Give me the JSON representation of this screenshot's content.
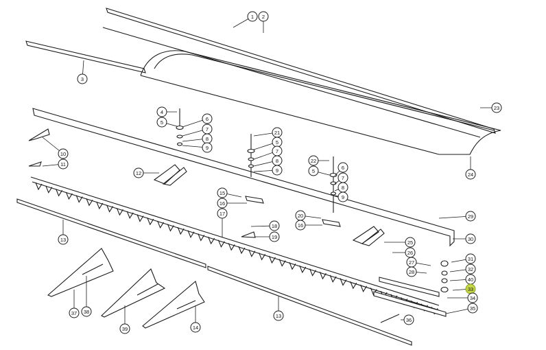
{
  "diagram": {
    "highlight_color": "#c6d84a",
    "callouts": [
      {
        "label": "1"
      },
      {
        "label": "2"
      },
      {
        "label": "3"
      },
      {
        "label": "4"
      },
      {
        "label": "5"
      },
      {
        "label": "6"
      },
      {
        "label": "7"
      },
      {
        "label": "8"
      },
      {
        "label": "9"
      },
      {
        "label": "10"
      },
      {
        "label": "11"
      },
      {
        "label": "12"
      },
      {
        "label": "13"
      },
      {
        "label": "15"
      },
      {
        "label": "16"
      },
      {
        "label": "17"
      },
      {
        "label": "21"
      },
      {
        "label": "5"
      },
      {
        "label": "7"
      },
      {
        "label": "8"
      },
      {
        "label": "9"
      },
      {
        "label": "22"
      },
      {
        "label": "5"
      },
      {
        "label": "6"
      },
      {
        "label": "7"
      },
      {
        "label": "8"
      },
      {
        "label": "9"
      },
      {
        "label": "23"
      },
      {
        "label": "24"
      },
      {
        "label": "20"
      },
      {
        "label": "16"
      },
      {
        "label": "18"
      },
      {
        "label": "19"
      },
      {
        "label": "29"
      },
      {
        "label": "30"
      },
      {
        "label": "25"
      },
      {
        "label": "26"
      },
      {
        "label": "27"
      },
      {
        "label": "28"
      },
      {
        "label": "31"
      },
      {
        "label": "32"
      },
      {
        "label": "40"
      },
      {
        "label": "33",
        "highlighted": true
      },
      {
        "label": "34"
      },
      {
        "label": "35"
      },
      {
        "label": "36"
      },
      {
        "label": "13"
      },
      {
        "label": "37"
      },
      {
        "label": "38"
      },
      {
        "label": "39"
      },
      {
        "label": "14"
      }
    ]
  }
}
